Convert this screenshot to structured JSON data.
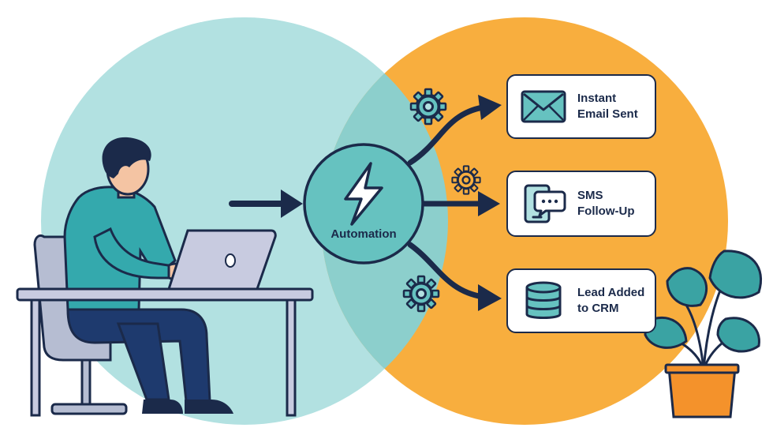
{
  "hub": {
    "label": "Automation"
  },
  "outputs": [
    {
      "label": "Instant\nEmail Sent",
      "icon": "envelope-icon"
    },
    {
      "label": "SMS\nFollow-Up",
      "icon": "phone-chat-icon"
    },
    {
      "label": "Lead Added\nto CRM",
      "icon": "database-icon"
    }
  ],
  "colors": {
    "left_circle": "#b2e1e1",
    "right_circle": "#f8ae3e",
    "overlap": "#8ccfcc",
    "hub": "#66c2c0",
    "ink": "#1b2a4a",
    "shirt": "#34a9ad",
    "pot": "#f4922b",
    "leaf": "#3aa3a3"
  }
}
